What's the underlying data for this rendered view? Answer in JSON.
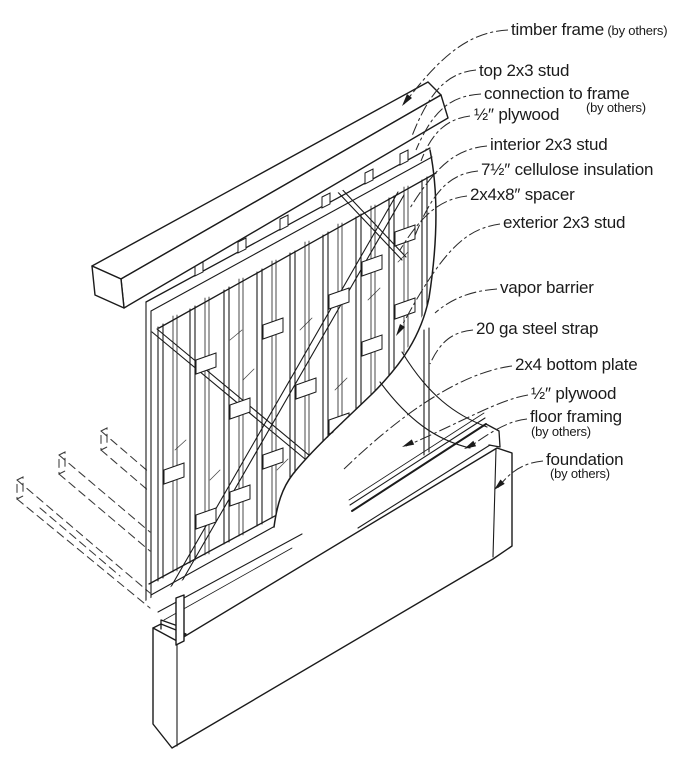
{
  "colors": {
    "ink": "#1b1b1b",
    "paper": "#ffffff"
  },
  "callouts": [
    {
      "text": "timber frame",
      "suffix": " (by others)"
    },
    {
      "text": "top 2x3 stud"
    },
    {
      "text": "connection to frame",
      "sub": "(by others)"
    },
    {
      "text": "½″ plywood"
    },
    {
      "text": "interior 2x3 stud"
    },
    {
      "text": "7½″ cellulose insulation"
    },
    {
      "text": "2x4x8″ spacer"
    },
    {
      "text": "exterior 2x3 stud"
    },
    {
      "text": "vapor barrier"
    },
    {
      "text": "20 ga steel strap"
    },
    {
      "text": "2x4 bottom plate"
    },
    {
      "text": "½″ plywood"
    },
    {
      "text": "floor framing",
      "sub": "(by others)"
    },
    {
      "text": "foundation",
      "sub": "(by others)"
    }
  ]
}
